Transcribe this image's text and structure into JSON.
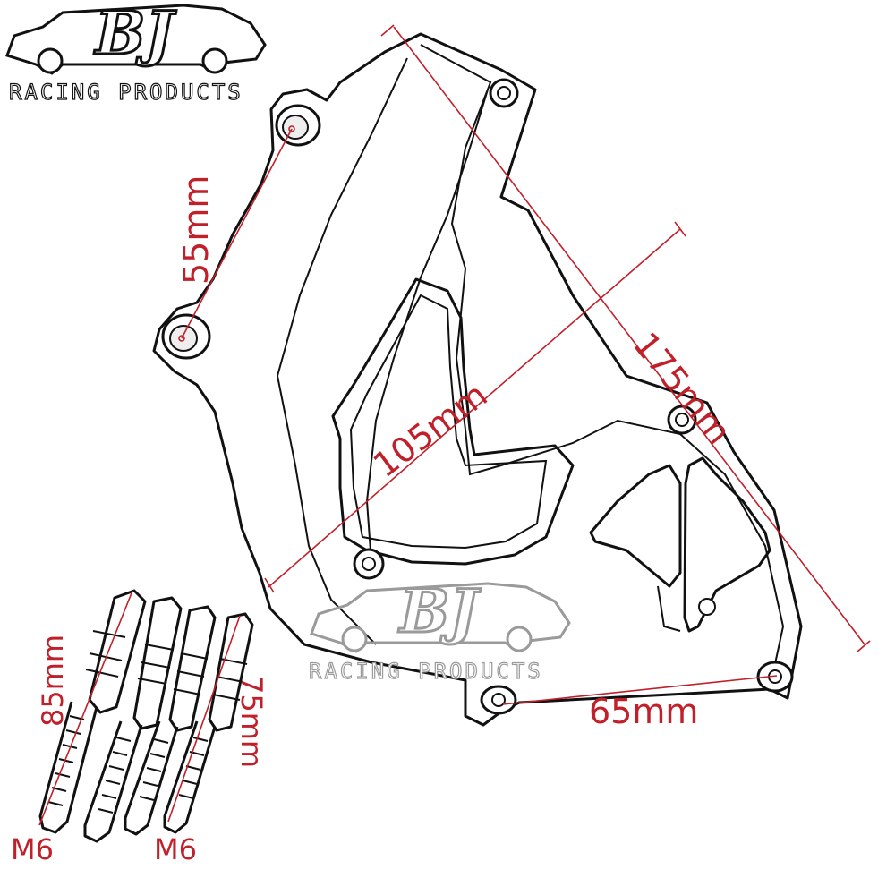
{
  "brand": {
    "logo_text": "BJ",
    "tagline": "RACING PRODUCTS",
    "color": "#111111"
  },
  "watermark": {
    "logo_text": "BJ",
    "tagline": "RACING PRODUCTS",
    "color": "#9a9a9a"
  },
  "dimensions": {
    "color": "#c0202a",
    "mount_spacing": "55mm",
    "width": "105mm",
    "length": "175mm",
    "bottom_spacing": "65mm",
    "bolt_long": "85mm",
    "bolt_short": "75mm"
  },
  "bolts": {
    "thread_left": "M6",
    "thread_right": "M6"
  }
}
